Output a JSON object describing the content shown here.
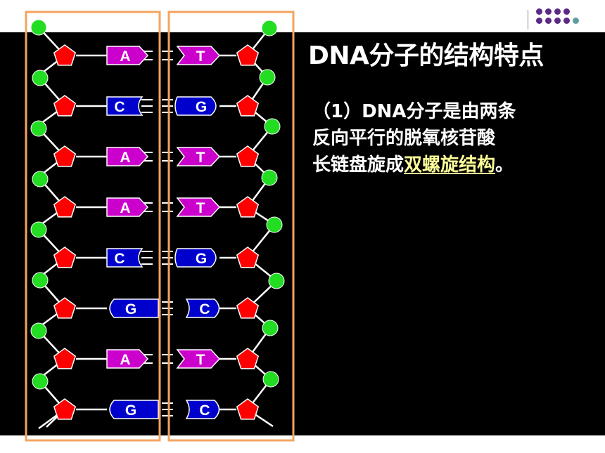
{
  "title": "DNA分子的结构特点",
  "description": {
    "line1": "（1）DNA分子是由两条",
    "line2": "反向平行的脱氧核苷酸",
    "line3_prefix": "长链盘旋成",
    "line3_highlight": "双螺旋结构",
    "line3_suffix": "。"
  },
  "base_pairs": [
    {
      "left": "A",
      "right": "T"
    },
    {
      "left": "C",
      "right": "G"
    },
    {
      "left": "A",
      "right": "T"
    },
    {
      "left": "A",
      "right": "T"
    },
    {
      "left": "C",
      "right": "G"
    },
    {
      "left": "G",
      "right": "C"
    },
    {
      "left": "A",
      "right": "T"
    },
    {
      "left": "G",
      "right": "C"
    }
  ],
  "colors": {
    "background": "#000000",
    "purine_purple": "#cc00cc",
    "pyrimidine_blue": "#0000cc",
    "deoxyribose_red": "#ff0000",
    "phosphate_green": "#22dd22",
    "strand_box_orange": "#f4a460",
    "highlight_yellow": "#ffff99"
  },
  "icons": [
    "phosphate-circle-icon",
    "deoxyribose-pentagon-icon",
    "base-arrow-icon",
    "base-rounded-icon",
    "hydrogen-bond-icon",
    "logo-dots-icon"
  ]
}
